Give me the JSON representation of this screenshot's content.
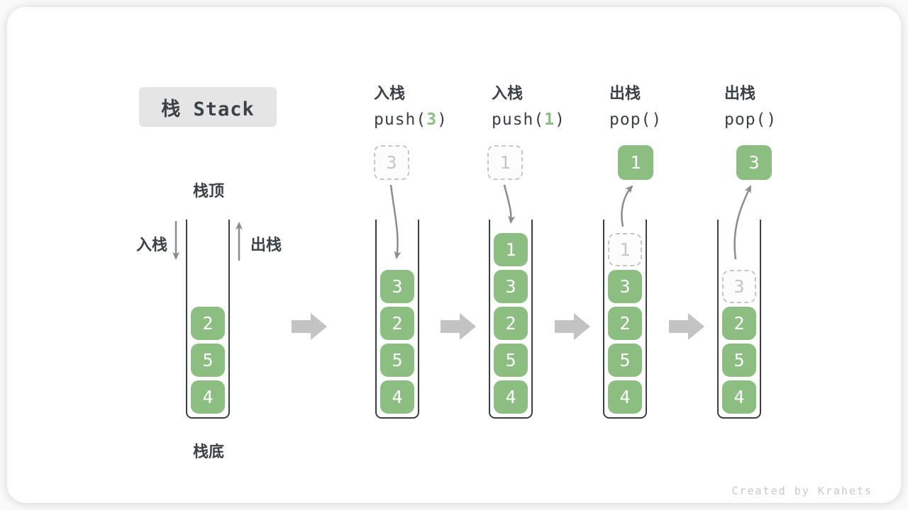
{
  "title": "栈 Stack",
  "watermark": "Created by Krahets",
  "labels": {
    "stack_top": "栈顶",
    "stack_bottom": "栈底",
    "push_side": "入栈",
    "pop_side": "出栈"
  },
  "initial_stack": {
    "cells": [
      "2",
      "5",
      "4"
    ]
  },
  "steps": [
    {
      "op_cn": "入栈",
      "code_prefix": "push(",
      "code_arg": "3",
      "code_suffix": ")",
      "floating": {
        "value": "3",
        "style": "dashed-ghost",
        "arrow": "push-down"
      },
      "cells": [
        "3",
        "2",
        "5",
        "4"
      ]
    },
    {
      "op_cn": "入栈",
      "code_prefix": "push(",
      "code_arg": "1",
      "code_suffix": ")",
      "floating": {
        "value": "1",
        "style": "dashed-ghost",
        "arrow": "push-down"
      },
      "cells": [
        "1",
        "3",
        "2",
        "5",
        "4"
      ]
    },
    {
      "op_cn": "出栈",
      "code_prefix": "pop()",
      "code_arg": "",
      "code_suffix": "",
      "floating": {
        "value": "1",
        "style": "solid-green",
        "arrow": "pop-up"
      },
      "cells": [
        "1",
        "3",
        "2",
        "5",
        "4"
      ],
      "ghost_cell_index": 0
    },
    {
      "op_cn": "出栈",
      "code_prefix": "pop()",
      "code_arg": "",
      "code_suffix": "",
      "floating": {
        "value": "3",
        "style": "solid-green",
        "arrow": "pop-up"
      },
      "cells": [
        "3",
        "2",
        "5",
        "4"
      ],
      "ghost_cell_index": 0
    }
  ],
  "colors": {
    "cell_green": "#8CBE82",
    "text_dark": "#3C4146",
    "arrow_gray": "#8C8C8C",
    "block_arrow_gray": "#C3C3C3",
    "ghost_gray": "#C6C6C6",
    "title_box_bg": "#E5E5E5",
    "watermark_gray": "#C9C9C9"
  }
}
